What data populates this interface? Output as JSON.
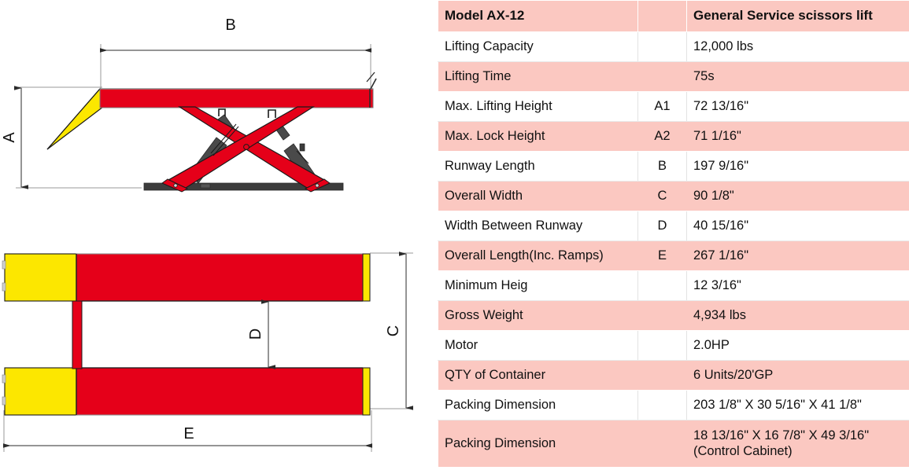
{
  "drawing": {
    "title": "scissor-lift-technical-drawing",
    "colors": {
      "body_red": "#E50019",
      "ramp_yellow": "#FCE700",
      "base_dark": "#3C3C3C",
      "outline": "#1A1A1A",
      "dimension_line": "#3A3A3A",
      "extension_line": "#9A9A9A"
    },
    "side_view": {
      "name": "side-elevation-view",
      "dimension_labels": [
        {
          "key": "A",
          "label": "A",
          "orientation": "vertical",
          "meaning": "Max. Lifting Height"
        },
        {
          "key": "B",
          "label": "B",
          "orientation": "horizontal",
          "meaning": "Runway Length"
        }
      ]
    },
    "plan_view": {
      "name": "plan-top-view",
      "dimension_labels": [
        {
          "key": "C",
          "label": "C",
          "orientation": "vertical",
          "meaning": "Overall Width"
        },
        {
          "key": "D",
          "label": "D",
          "orientation": "vertical",
          "meaning": "Width Between Runway"
        },
        {
          "key": "E",
          "label": "E",
          "orientation": "horizontal",
          "meaning": "Overall Length (Inc. Ramps)"
        }
      ]
    }
  },
  "table": {
    "header": {
      "model": "Model AX-12",
      "symbol": "",
      "type": "General Service scissors lift"
    },
    "accent_color": "#FBC8C1",
    "rows": [
      {
        "label": "Lifting Capacity",
        "symbol": "",
        "value": "12,000 lbs"
      },
      {
        "label": "Lifting Time",
        "symbol": "",
        "value": "75s"
      },
      {
        "label": "Max. Lifting Height",
        "symbol": "A1",
        "value": "72 13/16\""
      },
      {
        "label": "Max. Lock Height",
        "symbol": "A2",
        "value": "71 1/16\""
      },
      {
        "label": "Runway Length",
        "symbol": "B",
        "value": "197 9/16\""
      },
      {
        "label": "Overall Width",
        "symbol": "C",
        "value": "90 1/8\""
      },
      {
        "label": "Width Between Runway",
        "symbol": "D",
        "value": "40 15/16\""
      },
      {
        "label": "Overall Length(Inc. Ramps)",
        "symbol": "E",
        "value": "267 1/16\""
      },
      {
        "label": "Minimum  Heig",
        "symbol": "",
        "value": "12 3/16\""
      },
      {
        "label": "Gross Weight",
        "symbol": "",
        "value": "4,934 lbs"
      },
      {
        "label": "Motor",
        "symbol": "",
        "value": "2.0HP"
      },
      {
        "label": "QTY of Container",
        "symbol": "",
        "value": "6 Units/20'GP"
      },
      {
        "label": "Packing Dimension",
        "symbol": "",
        "value": "203 1/8\" X 30 5/16\" X 41 1/8\""
      },
      {
        "label": "Packing Dimension",
        "symbol": "",
        "value": "18 13/16\" X 16 7/8\" X 49 3/16\"",
        "value2": "(Control Cabinet)"
      }
    ]
  }
}
